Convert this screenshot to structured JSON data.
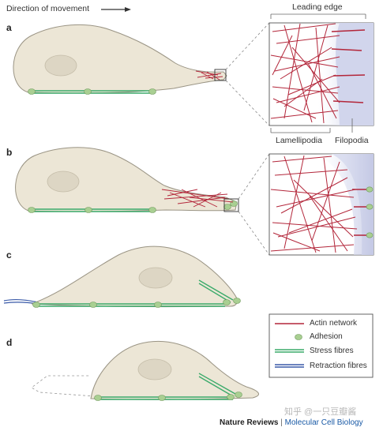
{
  "header": {
    "direction_label": "Direction of movement"
  },
  "panels": [
    {
      "letter": "a"
    },
    {
      "letter": "b"
    },
    {
      "letter": "c"
    },
    {
      "letter": "d"
    }
  ],
  "insets": {
    "leading_edge": "Leading edge",
    "lamellipodia": "Lamellipodia",
    "filopodia": "Filopodia"
  },
  "legend": {
    "items": [
      {
        "label": "Actin network",
        "swatch": "actin",
        "color": "#b3263a"
      },
      {
        "label": "Adhesion",
        "swatch": "adhesion",
        "color": "#a9cf92"
      },
      {
        "label": "Stress fibres",
        "swatch": "stress",
        "color": "#3aaa6a"
      },
      {
        "label": "Retraction fibres",
        "swatch": "retraction",
        "color": "#3a5aa8"
      }
    ]
  },
  "credit": {
    "publisher": "Nature Reviews",
    "separator": "|",
    "journal": "Molecular Cell Biology"
  },
  "watermark": "知乎 @一只豆瓣酱",
  "colors": {
    "cell_fill": "#ece6d6",
    "cell_stroke": "#9a9484",
    "nucleus_fill": "#ddd6c4",
    "actin": "#b3263a",
    "stress": "#3aaa6a",
    "adhesion": "#a9cf92",
    "retraction": "#3a5aa8",
    "membrane_blue": "#c8cde6"
  }
}
